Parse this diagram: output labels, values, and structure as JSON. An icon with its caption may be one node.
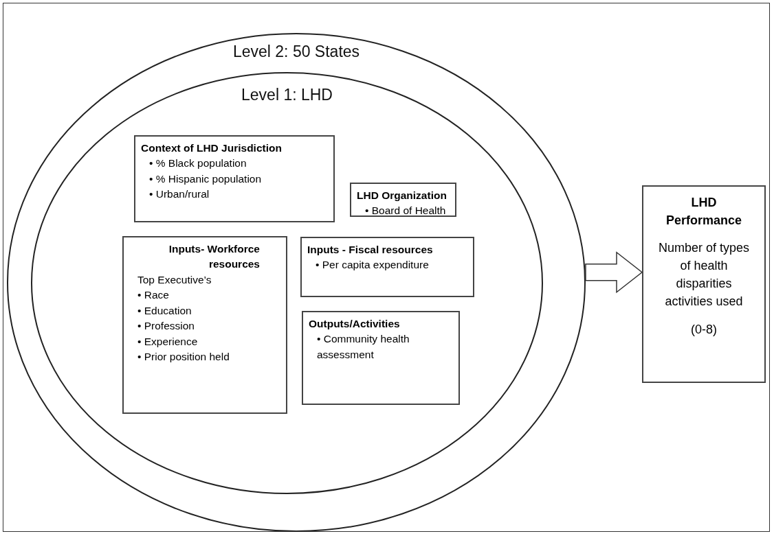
{
  "diagram": {
    "nodes": [
      {
        "text": [
          "Level 2: 50 States"
        ]
      },
      {
        "text": [
          "Level 1: LHD"
        ],
        "in": 0
      },
      {
        "text": [
          "Context of LHD Jurisdiction",
          "• % Black population",
          "• % Hispanic population",
          "• Urban/rural"
        ],
        "in": 1
      },
      {
        "text": [
          "LHD Organization",
          "• Board of Health"
        ],
        "in": 1
      },
      {
        "text": [
          "Inputs- Workforce resources",
          "Top Executive’s",
          "• Race",
          "• Education",
          "• Profession",
          "• Experience",
          "• Prior position held"
        ],
        "in": 1
      },
      {
        "text": [
          "Inputs - Fiscal resources",
          "• Per capita expenditure"
        ],
        "in": 1
      },
      {
        "text": [
          "Outputs/Activities",
          "• Community health assessment"
        ],
        "in": 1
      },
      {
        "text": [
          "LHD Performance",
          "Number of types of health disparities activities used",
          "(0-8)"
        ]
      }
    ],
    "edges": [
      {
        "from": 0,
        "to": 7,
        "arrow": "to",
        "style": "thick"
      }
    ]
  }
}
